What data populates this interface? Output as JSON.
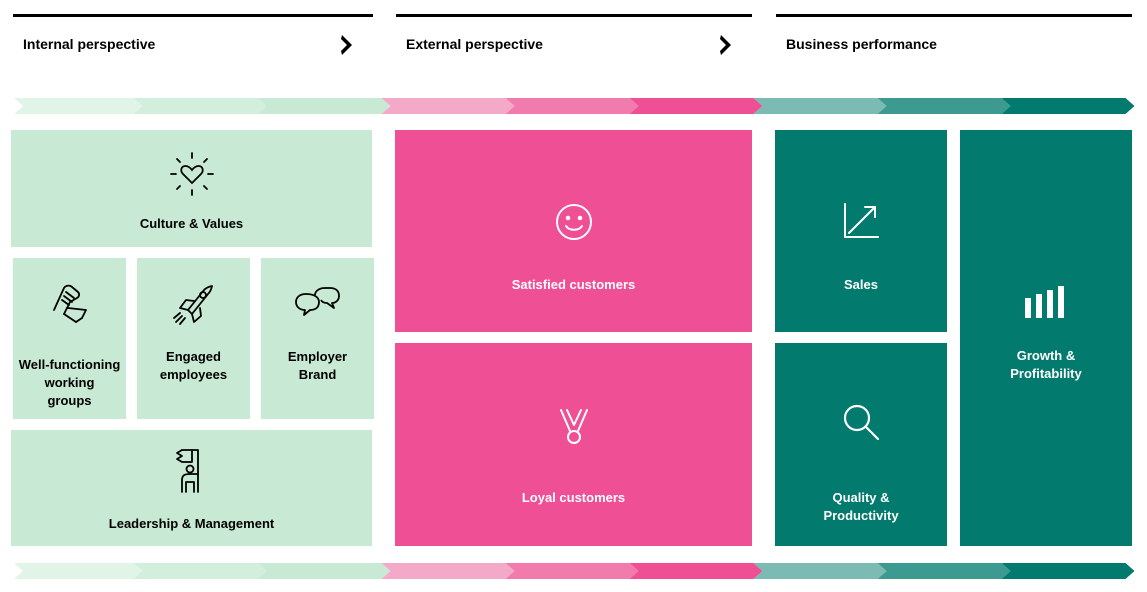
{
  "headers": [
    {
      "title": "Internal perspective",
      "has_chevron": true
    },
    {
      "title": "External perspective",
      "has_chevron": true
    },
    {
      "title": "Business performance",
      "has_chevron": false
    }
  ],
  "colors": {
    "green_tile": "#c8e9d3",
    "pink_tile": "#ef4f95",
    "teal_tile": "#027a6e",
    "arrow_segments": [
      "#e0f4e7",
      "#d2eedc",
      "#c8e9d3",
      "#f5a9c9",
      "#f27bae",
      "#ef4f95",
      "#7bbbb4",
      "#3d9a90",
      "#027a6e"
    ]
  },
  "tiles": {
    "culture": {
      "label": "Culture & Values",
      "icon": "heart-sparkle-icon"
    },
    "working_groups": {
      "label_lines": [
        "Well-functioning",
        "working",
        "groups"
      ],
      "icon": "handshake-fist-icon"
    },
    "engaged": {
      "label_lines": [
        "Engaged",
        "employees"
      ],
      "icon": "rocket-icon"
    },
    "employer_brand": {
      "label_lines": [
        "Employer",
        "Brand"
      ],
      "icon": "speech-bubbles-icon"
    },
    "leadership": {
      "label": "Leadership & Management",
      "icon": "person-flag-icon"
    },
    "satisfied": {
      "label": "Satisfied customers",
      "icon": "smiley-icon"
    },
    "loyal": {
      "label": "Loyal customers",
      "icon": "medal-icon"
    },
    "sales": {
      "label": "Sales",
      "icon": "trend-arrow-icon"
    },
    "quality": {
      "label_lines": [
        "Quality &",
        "Productivity"
      ],
      "icon": "magnifier-icon"
    },
    "growth": {
      "label_lines": [
        "Growth &",
        "Profitability"
      ],
      "icon": "bar-chart-icon"
    }
  }
}
